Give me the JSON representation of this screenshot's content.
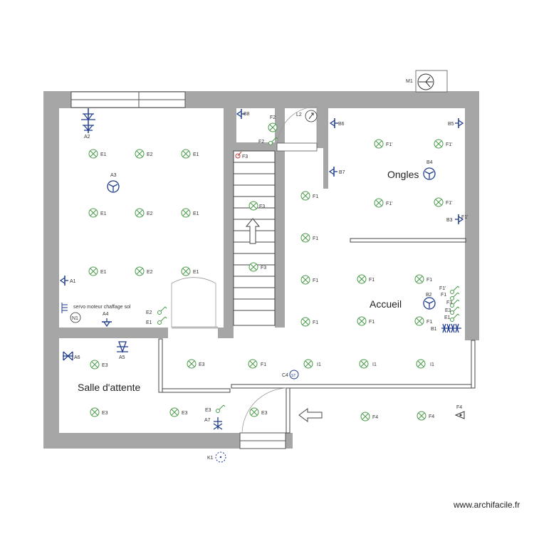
{
  "rooms": {
    "ongles": "Ongles",
    "accueil": "Accueil",
    "salle_attente": "Salle d'attente"
  },
  "notes": {
    "servo": "servo moteur chaffage sol"
  },
  "watermark": "www.archifacile.fr",
  "colors": {
    "wall": "#a6a6a6",
    "fixture_blue": "#1f3b8c",
    "light_green": "#4a9a4a",
    "switch_red": "#c04040"
  },
  "labels": {
    "m1": "M1",
    "k1": "K1",
    "n1": "N1",
    "c4": "C4",
    "c4_badge": "ST",
    "a1": "A1",
    "a2": "A2",
    "a3": "A3",
    "a4": "A4",
    "a5": "A5",
    "a6": "A6",
    "a7": "A7",
    "b1": "B1",
    "b2": "B2",
    "b3": "B3",
    "b4": "B4",
    "b5": "B5",
    "b6": "B6",
    "b7": "B7",
    "b8": "B8",
    "e1": "E1",
    "e2": "E2",
    "e3": "E3",
    "f1": "F1",
    "f1p": "F1'",
    "f2": "F2",
    "f3": "F3",
    "f4": "F4",
    "i1": "I1",
    "l2": "L2"
  }
}
